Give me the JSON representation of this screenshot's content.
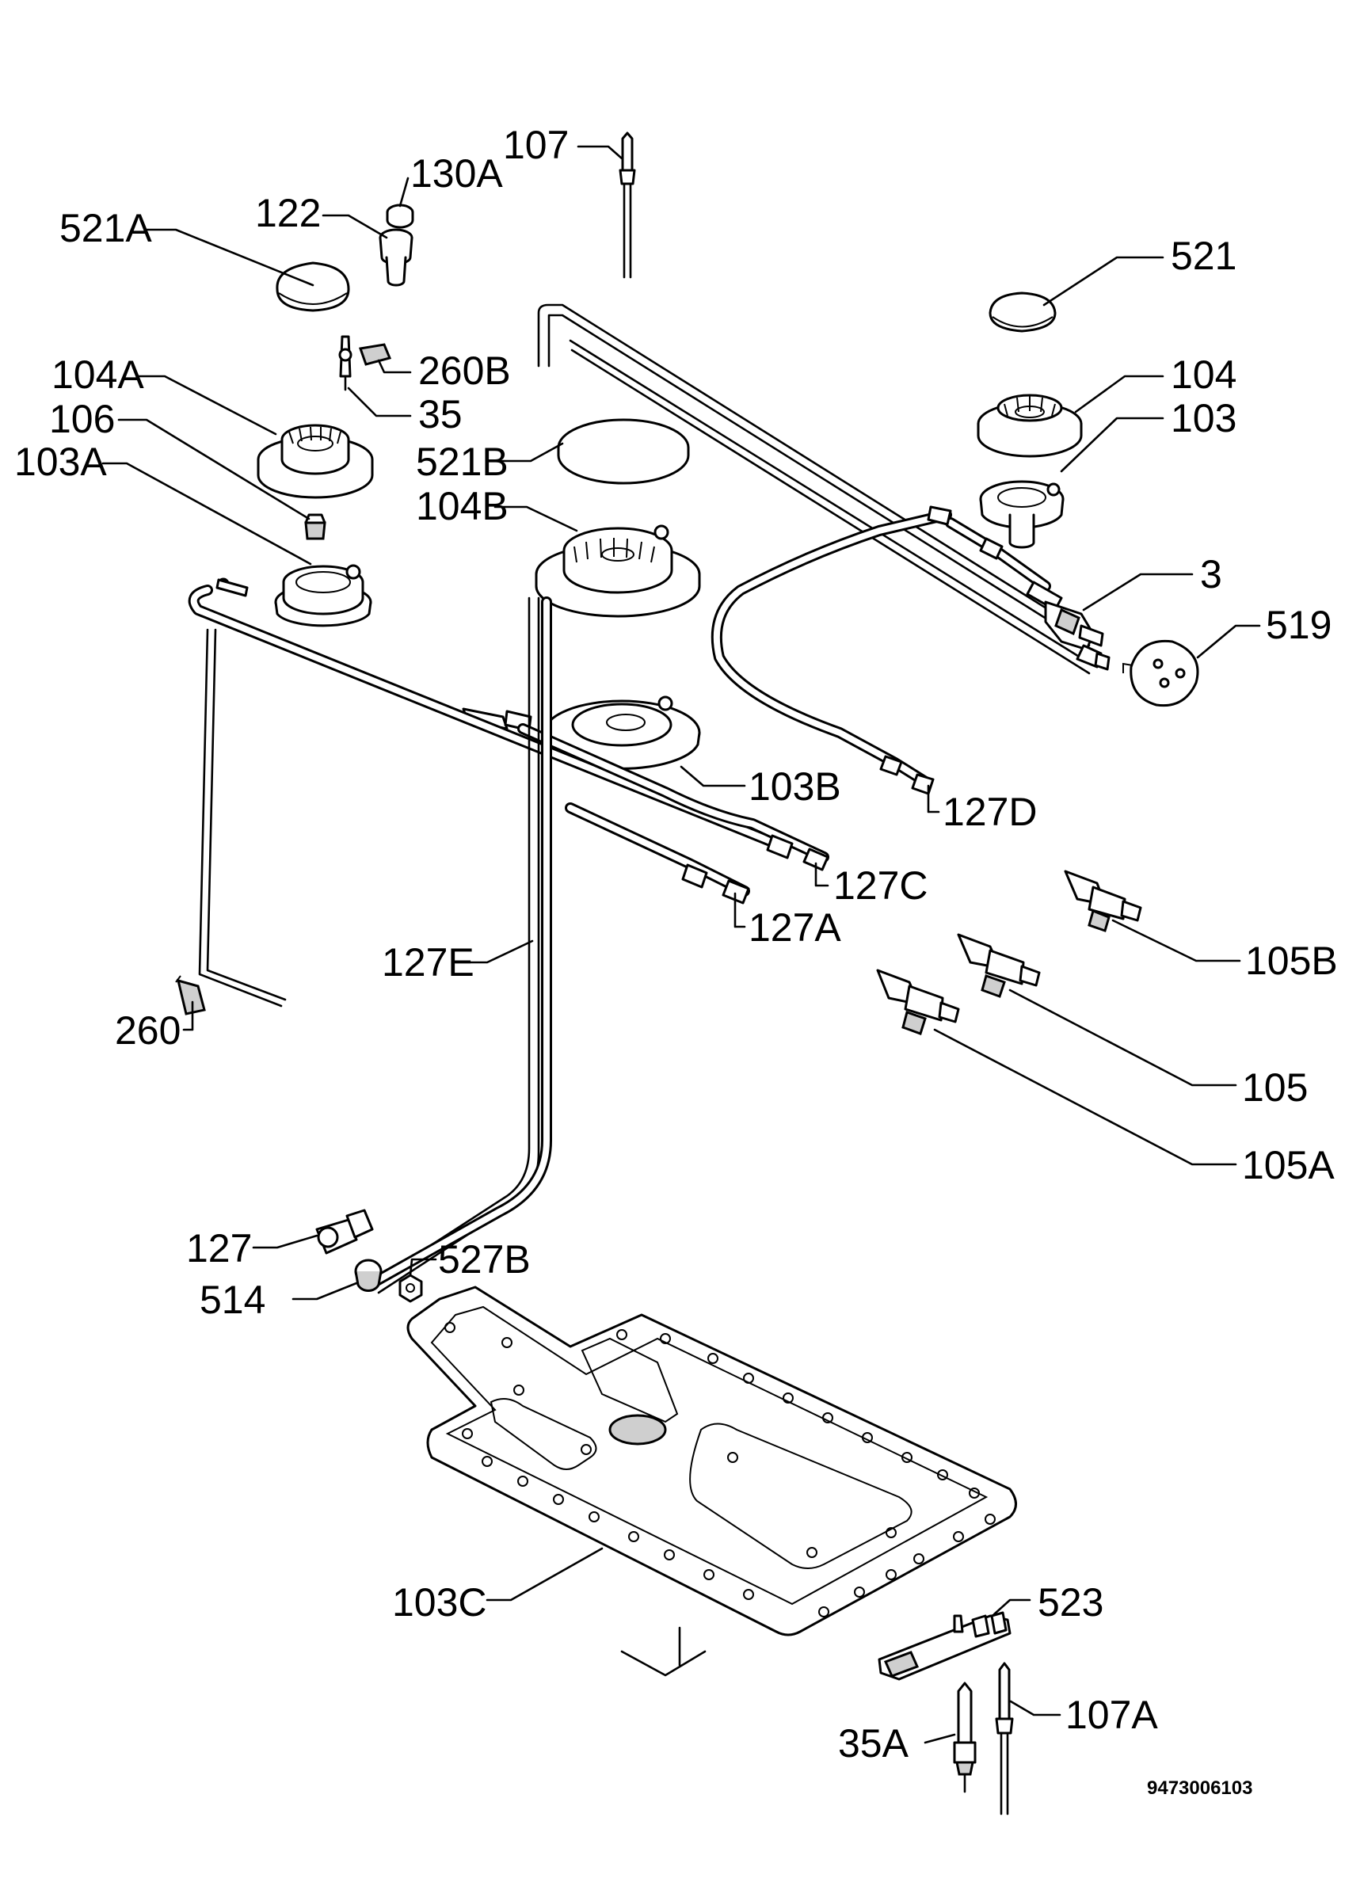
{
  "diagram": {
    "document_number": "9473006103",
    "labels": {
      "l107": "107",
      "l130A": "130A",
      "l122": "122",
      "l521A": "521A",
      "l521": "521",
      "l260B": "260B",
      "l35": "35",
      "l104A": "104A",
      "l104": "104",
      "l106": "106",
      "l103": "103",
      "l521B": "521B",
      "l103A": "103A",
      "l104B": "104B",
      "l3": "3",
      "l519": "519",
      "l103B": "103B",
      "l127D": "127D",
      "l127C": "127C",
      "l127A": "127A",
      "l105B": "105B",
      "l127E": "127E",
      "l260": "260",
      "l105": "105",
      "l105A": "105A",
      "l127": "127",
      "l527B": "527B",
      "l514": "514",
      "l103C": "103C",
      "l523": "523",
      "l107A": "107A",
      "l35A": "35A"
    }
  }
}
